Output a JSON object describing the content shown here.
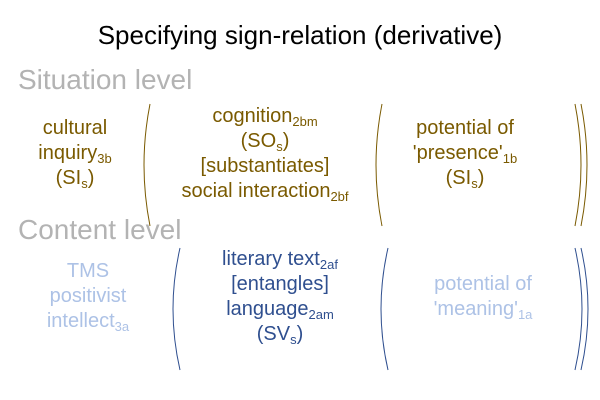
{
  "title": "Specifying sign-relation (derivative)",
  "situation": {
    "label": "Situation level",
    "interpretant": [
      {
        "text": "cultural",
        "sub": ""
      },
      {
        "text": "inquiry",
        "sub": "3b"
      },
      {
        "text": "(SI",
        "sub": "s",
        "after": ")"
      }
    ],
    "object": [
      {
        "text": "cognition",
        "sub": "2bm"
      },
      {
        "text": "(SO",
        "sub": "s",
        "after": ")"
      },
      {
        "text": "[substantiates]",
        "sub": ""
      },
      {
        "text": "social interaction",
        "sub": "2bf"
      }
    ],
    "sign": [
      {
        "text": "potential of",
        "sub": ""
      },
      {
        "text": "'presence'",
        "sub": "1b"
      },
      {
        "text": "(SI",
        "sub": "s",
        "after": ")"
      }
    ]
  },
  "content": {
    "label": "Content level",
    "interpretant": [
      {
        "text": "TMS",
        "sub": ""
      },
      {
        "text": "positivist",
        "sub": ""
      },
      {
        "text": "intellect",
        "sub": "3a"
      }
    ],
    "object": [
      {
        "text": "literary text",
        "sub": "2af"
      },
      {
        "text": "[entangles]",
        "sub": ""
      },
      {
        "text": "language",
        "sub": "2am"
      },
      {
        "text": "(SV",
        "sub": "s",
        "after": ")"
      }
    ],
    "sign": [
      {
        "text": "potential of",
        "sub": ""
      },
      {
        "text": "'meaning'",
        "sub": "1a"
      }
    ]
  },
  "colors": {
    "situation": "#7a5a00",
    "content_object": "#2f4f8f",
    "content_faded": "#adc2e6",
    "level_label": "#b3b3b3"
  }
}
